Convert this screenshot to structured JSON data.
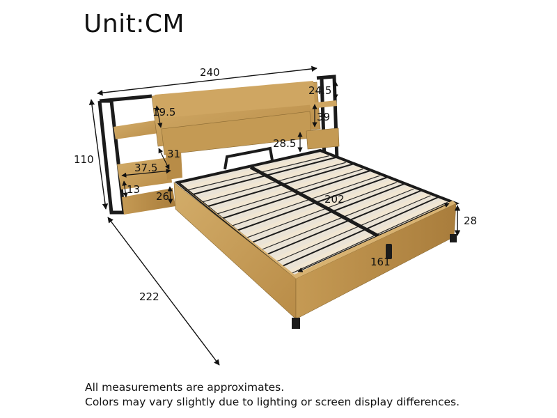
{
  "unit_label": "Unit:CM",
  "dimensions": {
    "headboard_width": "240",
    "overall_height": "110",
    "overall_length": "222",
    "shelf_top_height": "24.5",
    "shelf_gap": "39",
    "side_shelf_drop": "19.5",
    "side_cubby_depth": "31",
    "side_cubby_width": "37.5",
    "side_cubby_height": "13",
    "side_cubby_lower": "26",
    "drawer_height": "28.5",
    "slat_length": "202",
    "frame_width": "161",
    "frame_height": "28"
  },
  "notes": {
    "line1": "All measurements are approximates.",
    "line2": "Colors may vary slightly due to lighting or screen display differences."
  },
  "colors": {
    "wood": "#c9a15d",
    "wood_dark": "#a9803f",
    "metal": "#1b1b1b",
    "slat": "#f1e6d2"
  }
}
